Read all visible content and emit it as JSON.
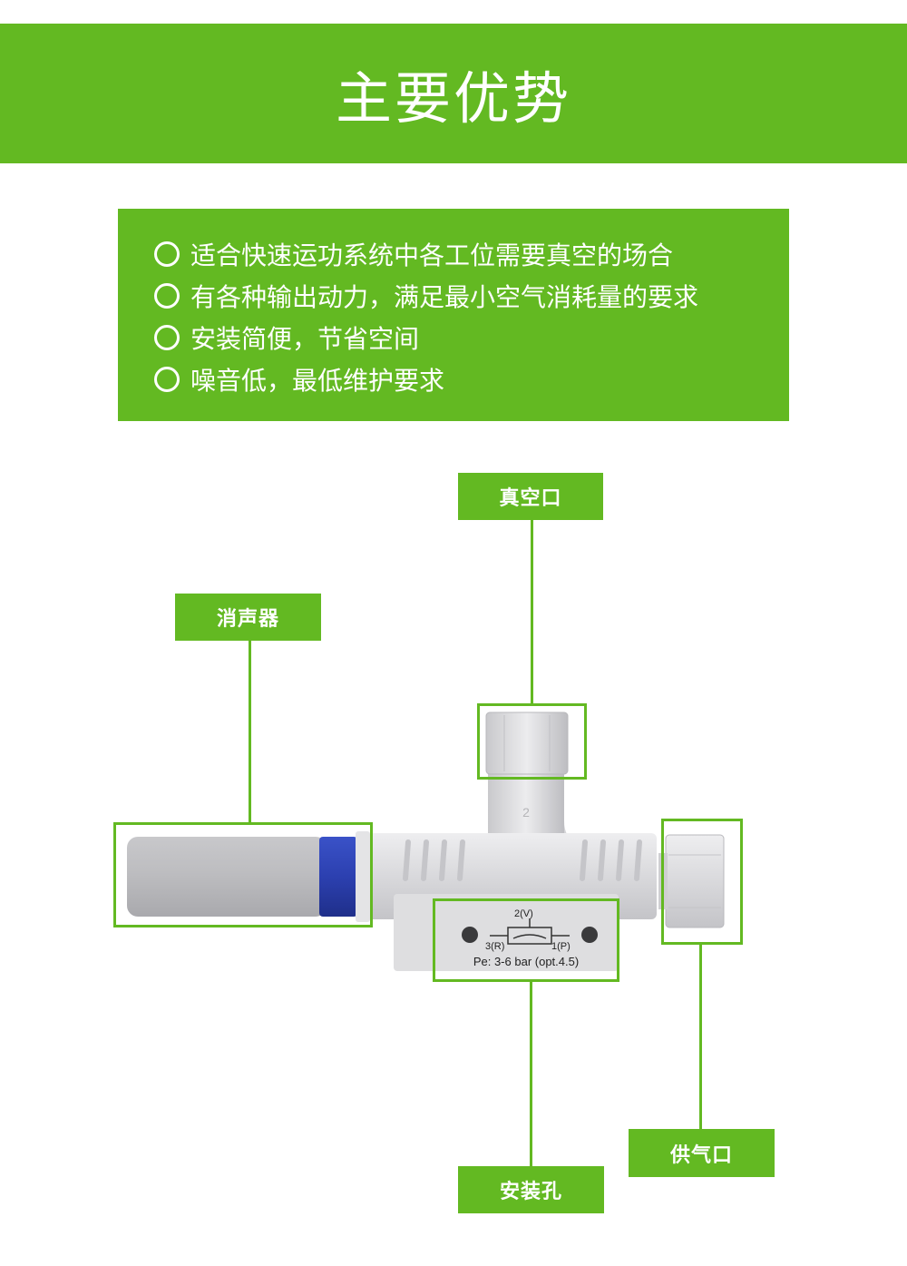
{
  "header": {
    "title": "主要优势"
  },
  "features": [
    "适合快速运功系统中各工位需要真空的场合",
    "有各种输出动力，满足最小空气消耗量的要求",
    "安装简便，节省空间",
    "噪音低，最低维护要求"
  ],
  "labels": {
    "vacuum_port": "真空口",
    "silencer": "消声器",
    "air_supply": "供气口",
    "mounting_hole": "安装孔"
  },
  "product_markings": {
    "port_number": "2",
    "symbol_top": "2(V)",
    "symbol_left": "3(R)",
    "symbol_right": "1(P)",
    "pressure": "Pe: 3-6 bar (opt.4.5)"
  },
  "colors": {
    "accent_green": "#63b922",
    "body_gray": "#dcdcde",
    "seal_blue": "#2c40b0"
  }
}
